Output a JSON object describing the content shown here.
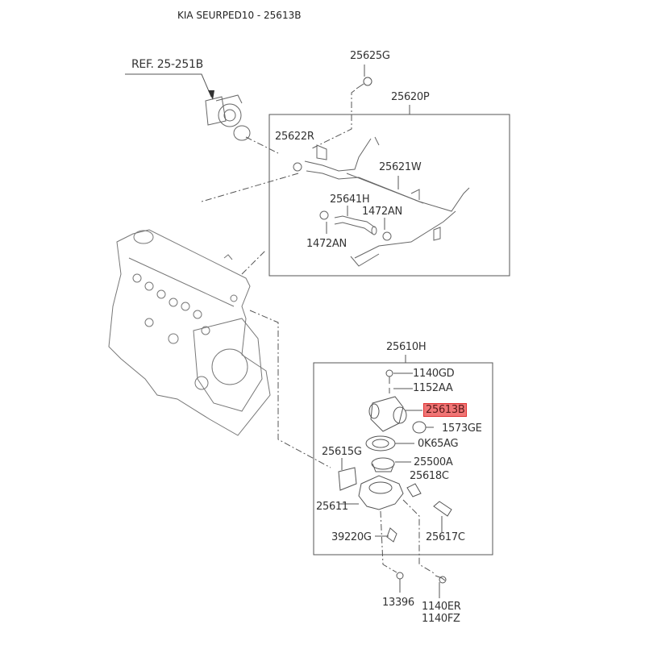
{
  "title": "KIA SEURPED10 - 25613B",
  "highlight": {
    "part": "25613B",
    "fill": "#f07575",
    "border": "#e03030"
  },
  "reference": {
    "label": "REF. 25-251B"
  },
  "groups": [
    {
      "id": "25620P",
      "label": "25620P",
      "parts": [
        "25625G",
        "25622R",
        "25621W",
        "25641H",
        "1472AN",
        "1472AN"
      ]
    },
    {
      "id": "25610H",
      "label": "25610H",
      "parts": [
        "1140GD",
        "1152AA",
        "25613B",
        "1573GE",
        "0K65AG",
        "25615G",
        "25500A",
        "25618C",
        "25611",
        "25617C",
        "39220G"
      ]
    }
  ],
  "labels": {
    "p25625G": "25625G",
    "p25620P": "25620P",
    "p25622R": "25622R",
    "p25621W": "25621W",
    "p25641H": "25641H",
    "p1472AN_a": "1472AN",
    "p1472AN_b": "1472AN",
    "p25610H": "25610H",
    "p1140GD": "1140GD",
    "p1152AA": "1152AA",
    "p25613B": "25613B",
    "p1573GE": "1573GE",
    "p0K65AG": "0K65AG",
    "p25615G": "25615G",
    "p25500A": "25500A",
    "p25618C": "25618C",
    "p25611": "25611",
    "p39220G": "39220G",
    "p25617C": "25617C",
    "p13396": "13396",
    "p1140ER": "1140ER",
    "p1140FZ": "1140FZ"
  }
}
